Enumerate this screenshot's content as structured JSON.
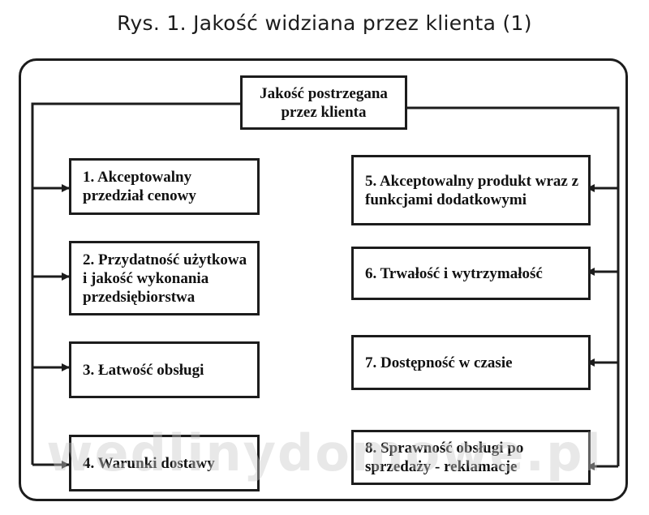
{
  "title": "Rys. 1. Jakość widziana przez klienta (1)",
  "top_box": "Jakość postrzegana przez klienta",
  "left_boxes": [
    "1. Akceptowalny przedział cenowy",
    "2. Przydatność użytkowa i jakość wykonania przedsiębiorstwa",
    "3. Łatwość obsługi",
    "4. Warunki dostawy"
  ],
  "right_boxes": [
    "5. Akceptowalny produkt wraz z funkcjami dodatkowymi",
    "6. Trwałość i wytrzymałość",
    "7. Dostępność w czasie",
    "8. Sprawność obsługi po sprzedaży - reklamacje"
  ],
  "watermark": "wedlinydomowe.pl"
}
